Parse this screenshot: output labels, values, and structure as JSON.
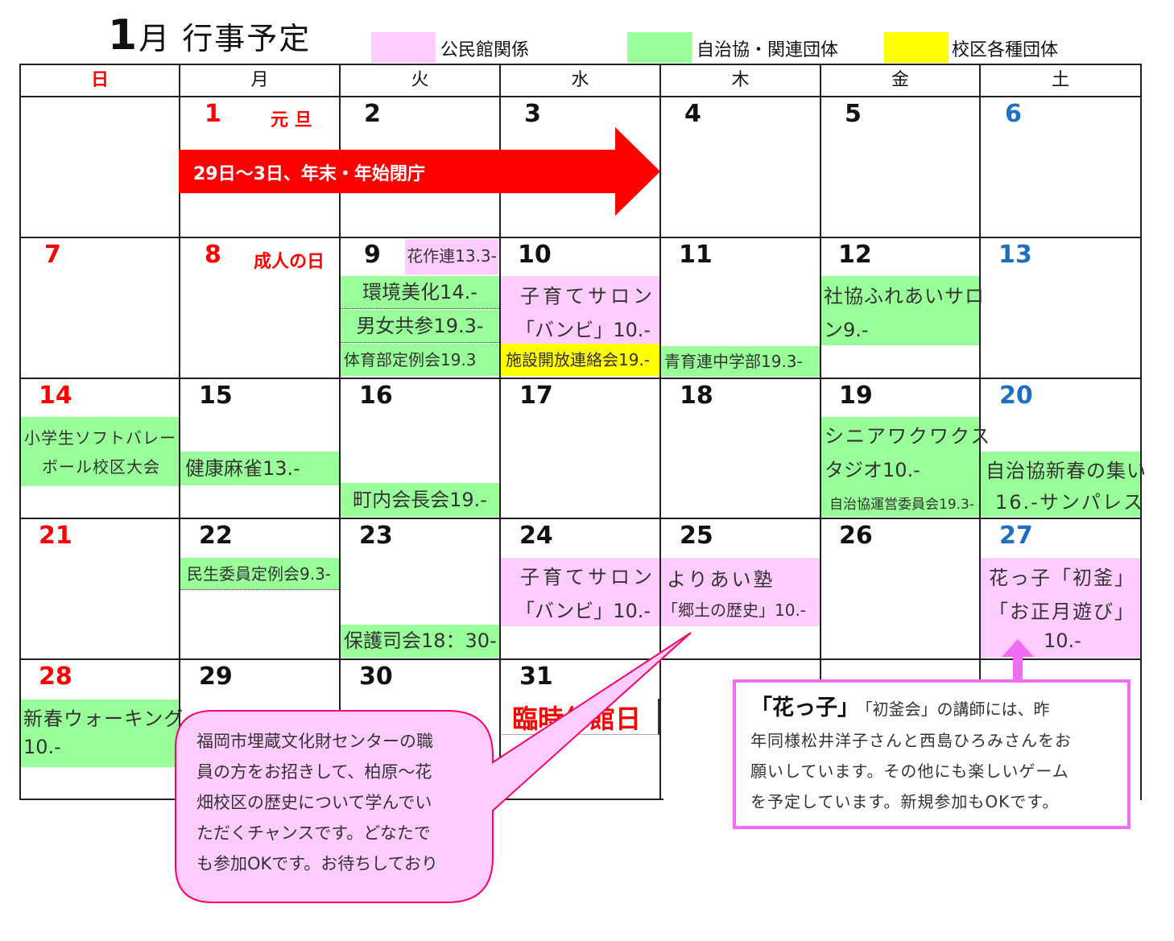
{
  "header": {
    "month_number": "1",
    "month_suffix": "月",
    "title_rest": " 行事予定"
  },
  "legend": [
    {
      "label": "公民館関係",
      "color": "#ffccff"
    },
    {
      "label": "自治協・関連団体",
      "color": "#99ff99"
    },
    {
      "label": "校区各種団体",
      "color": "#ffff00"
    }
  ],
  "weekdays": [
    "日",
    "月",
    "火",
    "水",
    "木",
    "金",
    "土"
  ],
  "days": {
    "d1": "1",
    "d2": "2",
    "d3": "3",
    "d4": "4",
    "d5": "5",
    "d6": "6",
    "d7": "7",
    "d8": "8",
    "d9": "9",
    "d10": "10",
    "d11": "11",
    "d12": "12",
    "d13": "13",
    "d14": "14",
    "d15": "15",
    "d16": "16",
    "d17": "17",
    "d18": "18",
    "d19": "19",
    "d20": "20",
    "d21": "21",
    "d22": "22",
    "d23": "23",
    "d24": "24",
    "d25": "25",
    "d26": "26",
    "d27": "27",
    "d28": "28",
    "d29": "29",
    "d30": "30",
    "d31": "31"
  },
  "holidays": {
    "new_year": "元 旦",
    "coming_of_age": "成人の日"
  },
  "closure_arrow": "29日～3日、年末・年始閉庁",
  "events": {
    "e9_top": "花作連13.3-",
    "e9_a": "環境美化14.-",
    "e9_b": "男女共参19.3-",
    "e9_c": "体育部定例会19.3",
    "e10_a": "子育てサロン",
    "e10_b": "「バンビ」10.-",
    "e10_c": "施設開放連絡会19.-",
    "e11": "青育連中学部19.3-",
    "e12_a": "社協ふれあいサロ",
    "e12_b": "ン9.-",
    "e14_a": "小学生ソフトバレー",
    "e14_b": "ボール校区大会",
    "e15": "健康麻雀13.-",
    "e16": "町内会長会19.-",
    "e19_a": "シニアワクワクス",
    "e19_b": "タジオ10.-",
    "e19_c": "自治協運営委員会19.3-",
    "e20_a": "自治協新春の集い",
    "e20_b": "16.-サンパレス",
    "e22": "民生委員定例会9.3-",
    "e23": "保護司会18：30-",
    "e24_a": "子育てサロン",
    "e24_b": "「バンビ」10.-",
    "e25_a": "よりあい塾",
    "e25_b": "「郷土の歴史」10.-",
    "e27_a": "花っ子「初釜」",
    "e27_b": "「お正月遊び」",
    "e27_c": "10.-",
    "e28_a": "新春ウォーキング",
    "e28_b": "10.-",
    "e31": "臨時休館日"
  },
  "callout_yoriai": {
    "lines": [
      "福岡市埋蔵文化財センターの職",
      "員の方をお招きして、柏原～花",
      "畑校区の歴史について学んでい",
      "ただくチャンスです。どなたで",
      "も参加OKです。お待ちしており"
    ]
  },
  "callout_hanako": {
    "heading": "「花っ子」",
    "line1": "　「初釜会」の講師には、昨",
    "line2": "年同様松井洋子さんと西島ひろみさんをお",
    "line3": "願いしています。その他にも楽しいゲーム",
    "line4": "を予定しています。新規参加もOKです。"
  }
}
